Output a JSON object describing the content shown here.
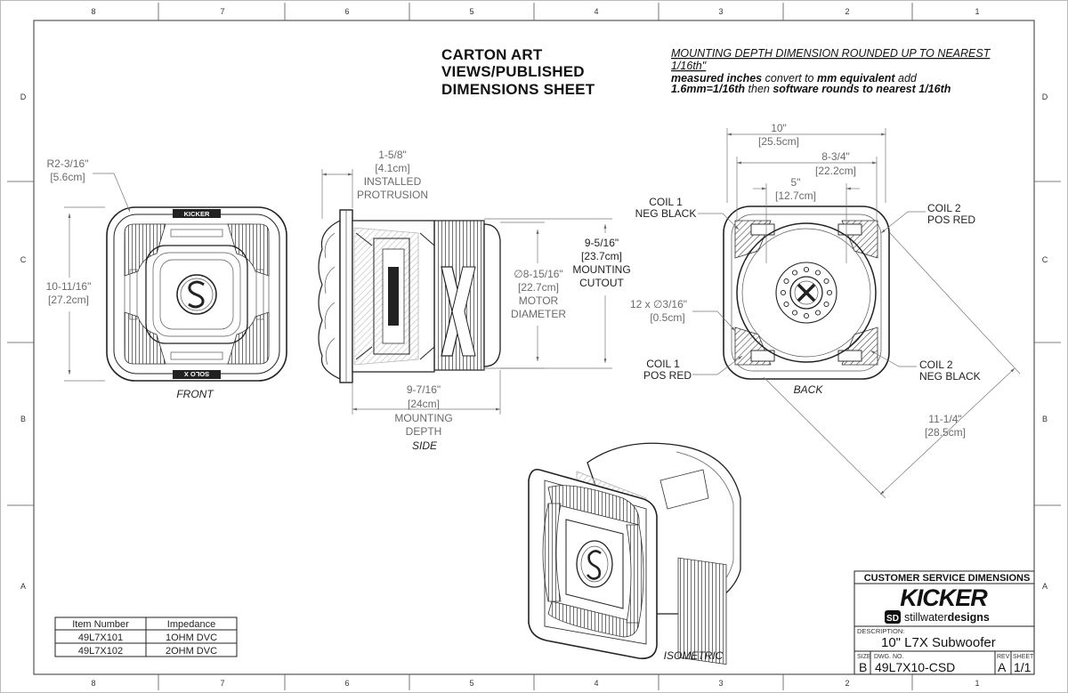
{
  "title": {
    "line1": "CARTON ART",
    "line2": "VIEWS/PUBLISHED",
    "line3": "DIMENSIONS SHEET"
  },
  "note": {
    "line1": "MOUNTING DEPTH DIMENSION ROUNDED UP TO NEAREST",
    "line2": "1/16th\"",
    "line3_b1": "measured inches",
    "line3_t1": " convert to ",
    "line3_b2": "mm equivalent",
    "line3_t2": " add",
    "line4_b1": "1.6mm=1/16th",
    "line4_t1": " then ",
    "line4_b2": "software rounds to nearest 1/16th"
  },
  "zones": {
    "columns": [
      "8",
      "7",
      "6",
      "5",
      "4",
      "3",
      "2",
      "1"
    ],
    "rows": [
      "D",
      "C",
      "B",
      "A"
    ]
  },
  "front": {
    "label": "FRONT",
    "radius_in": "R2-3/16\"",
    "radius_mm": "[5.6cm]",
    "height_in": "10-11/16\"",
    "height_mm": "[27.2cm]",
    "logo_top": "KICKER",
    "logo_bottom": "SOLO X"
  },
  "side": {
    "label": "SIDE",
    "protrusion_in": "1-5/8\"",
    "protrusion_mm": "[4.1cm]",
    "protrusion_l1": "INSTALLED",
    "protrusion_l2": "PROTRUSION",
    "motor_in": "∅8-15/16\"",
    "motor_mm": "[22.7cm]",
    "motor_l1": "MOTOR",
    "motor_l2": "DIAMETER",
    "cutout_in": "9-5/16\"",
    "cutout_mm": "[23.7cm]",
    "cutout_l1": "MOUNTING",
    "cutout_l2": "CUTOUT",
    "depth_in": "9-7/16\"",
    "depth_mm": "[24cm]",
    "depth_l1": "MOUNTING",
    "depth_l2": "DEPTH"
  },
  "back": {
    "label": "BACK",
    "w10_in": "10\"",
    "w10_mm": "[25.5cm]",
    "w834_in": "8-3/4\"",
    "w834_mm": "[22.2cm]",
    "w5_in": "5\"",
    "w5_mm": "[12.7cm]",
    "holes_in": "12 x ∅3/16\"",
    "holes_mm": "[0.5cm]",
    "diag_in": "11-1/4\"",
    "diag_mm": "[28.5cm]",
    "coil1_neg_l1": "COIL 1",
    "coil1_neg_l2": "NEG BLACK",
    "coil2_pos_l1": "COIL 2",
    "coil2_pos_l2": "POS RED",
    "coil1_pos_l1": "COIL 1",
    "coil1_pos_l2": "POS RED",
    "coil2_neg_l1": "COIL 2",
    "coil2_neg_l2": "NEG BLACK"
  },
  "isometric": {
    "label": "ISOMETRIC"
  },
  "parts_table": {
    "headers": [
      "Item Number",
      "Impedance"
    ],
    "rows": [
      [
        "49L7X101",
        "1OHM DVC"
      ],
      [
        "49L7X102",
        "2OHM DVC"
      ]
    ]
  },
  "title_block": {
    "heading": "CUSTOMER SERVICE DIMENSIONS",
    "brand": "KICKER",
    "sub_brand_b": "stillwater",
    "sub_brand_bold": "designs",
    "desc_label": "DESCRIPTION:",
    "description": "10\" L7X Subwoofer",
    "size_label": "SIZE",
    "size": "B",
    "dwg_label": "DWG. NO.",
    "dwg_no": "49L7X10-CSD",
    "rev_label": "REV",
    "rev": "A",
    "sheet_label": "SHEET",
    "sheet": "1/1"
  }
}
